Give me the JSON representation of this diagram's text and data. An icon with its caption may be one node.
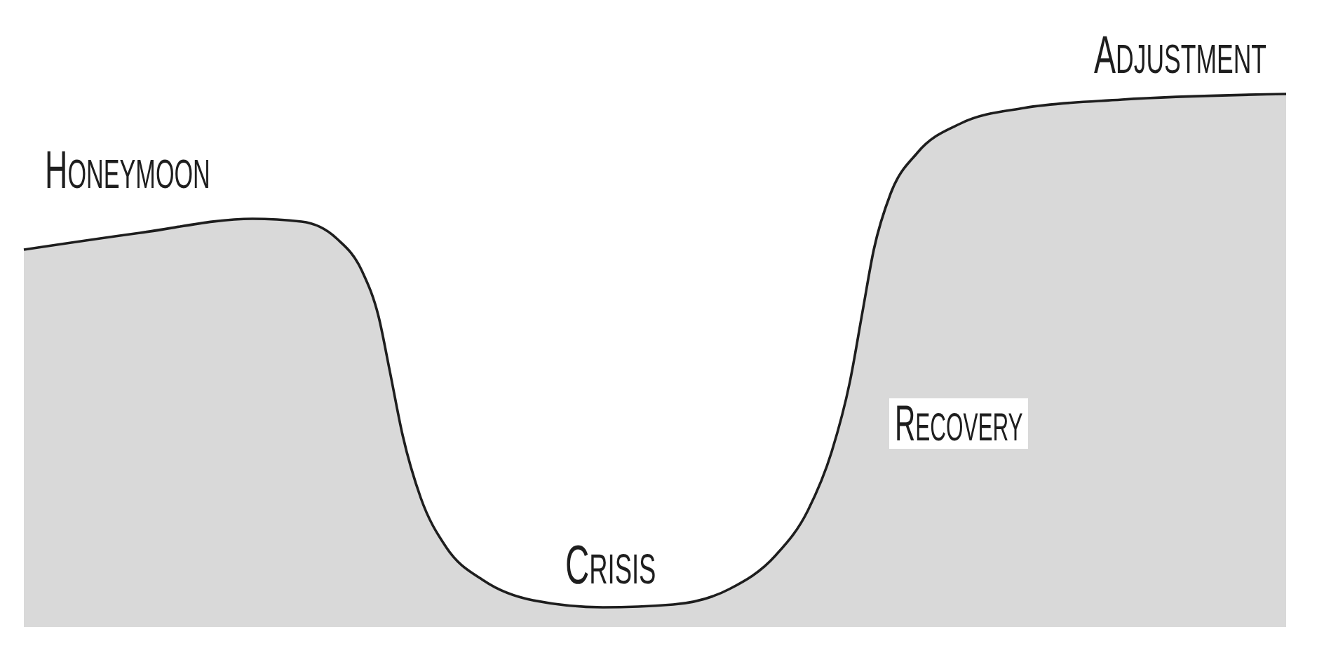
{
  "diagram": {
    "labels": [
      "ADJUSTMENT",
      "HONEYMOON",
      "RECOVERY",
      "CRISIS"
    ]
  }
}
